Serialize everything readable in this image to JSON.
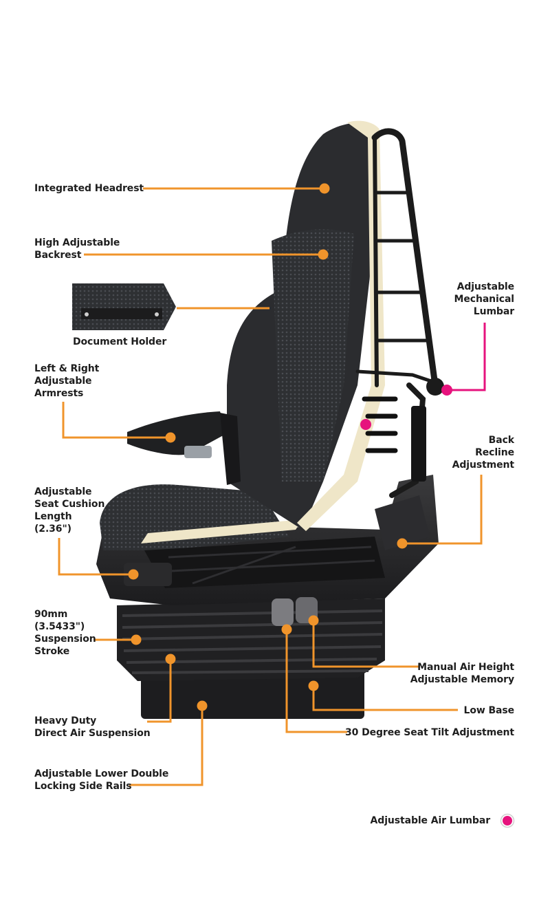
{
  "colors": {
    "callout": "#f0942b",
    "air_lumbar": "#e6137d",
    "seat_fabric": "#2b2c2f",
    "foam": "#efe6c8",
    "frame": "#1b1b1b"
  },
  "labels": {
    "integrated_headrest": "Integrated Headrest",
    "high_adjustable_backrest": "High Adjustable\nBackrest",
    "document_holder": "Document Holder",
    "armrests": "Left & Right\nAdjustable\nArmrests",
    "seat_cushion_length": "Adjustable\nSeat Cushion\nLength\n(2.36\")",
    "suspension_stroke": "90mm\n(3.5433\")\nSuspension\nStroke",
    "air_suspension": "Heavy Duty\nDirect Air Suspension",
    "side_rails": "Adjustable Lower Double\nLocking Side Rails",
    "mechanical_lumbar": "Adjustable\nMechanical\nLumbar",
    "back_recline": "Back\nRecline\nAdjustment",
    "manual_air_height": "Manual Air Height\nAdjustable Memory",
    "low_base": "Low Base",
    "seat_tilt": "30 Degree Seat Tilt Adjustment"
  },
  "legend": {
    "air_lumbar": "Adjustable Air Lumbar"
  }
}
